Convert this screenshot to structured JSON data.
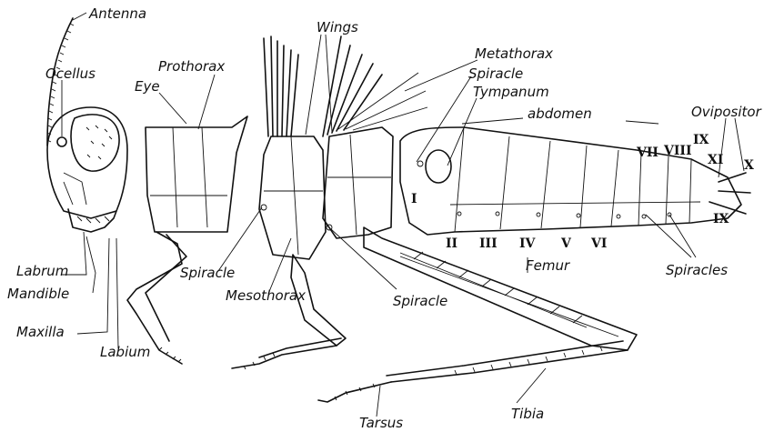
{
  "labels": {
    "antenna": "Antenna",
    "ocellus": "Ocellus",
    "eye": "Eye",
    "prothorax": "Prothorax",
    "wings": "Wings",
    "metathorax": "Metathorax",
    "spiracle_top": "Spiracle",
    "tympanum": "Tympanum",
    "abdomen": "abdomen",
    "ovipositor": "Ovipositor",
    "labrum": "Labrum",
    "mandible": "Mandible",
    "maxilla": "Maxilla",
    "labium": "Labium",
    "spiracle_left": "Spiracle",
    "mesothorax": "Mesothorax",
    "spiracle_mid": "Spiracle",
    "femur": "Femur",
    "spiracles": "Spiracles",
    "tibia": "Tibia",
    "tarsus": "Tarsus"
  },
  "segments": {
    "s1": "I",
    "s2": "II",
    "s3": "III",
    "s4": "IV",
    "s5": "V",
    "s6": "VI",
    "s7": "VII",
    "s8": "VIII",
    "s9": "IX",
    "s9b": "IX",
    "s10": "X",
    "s11": "XI"
  }
}
